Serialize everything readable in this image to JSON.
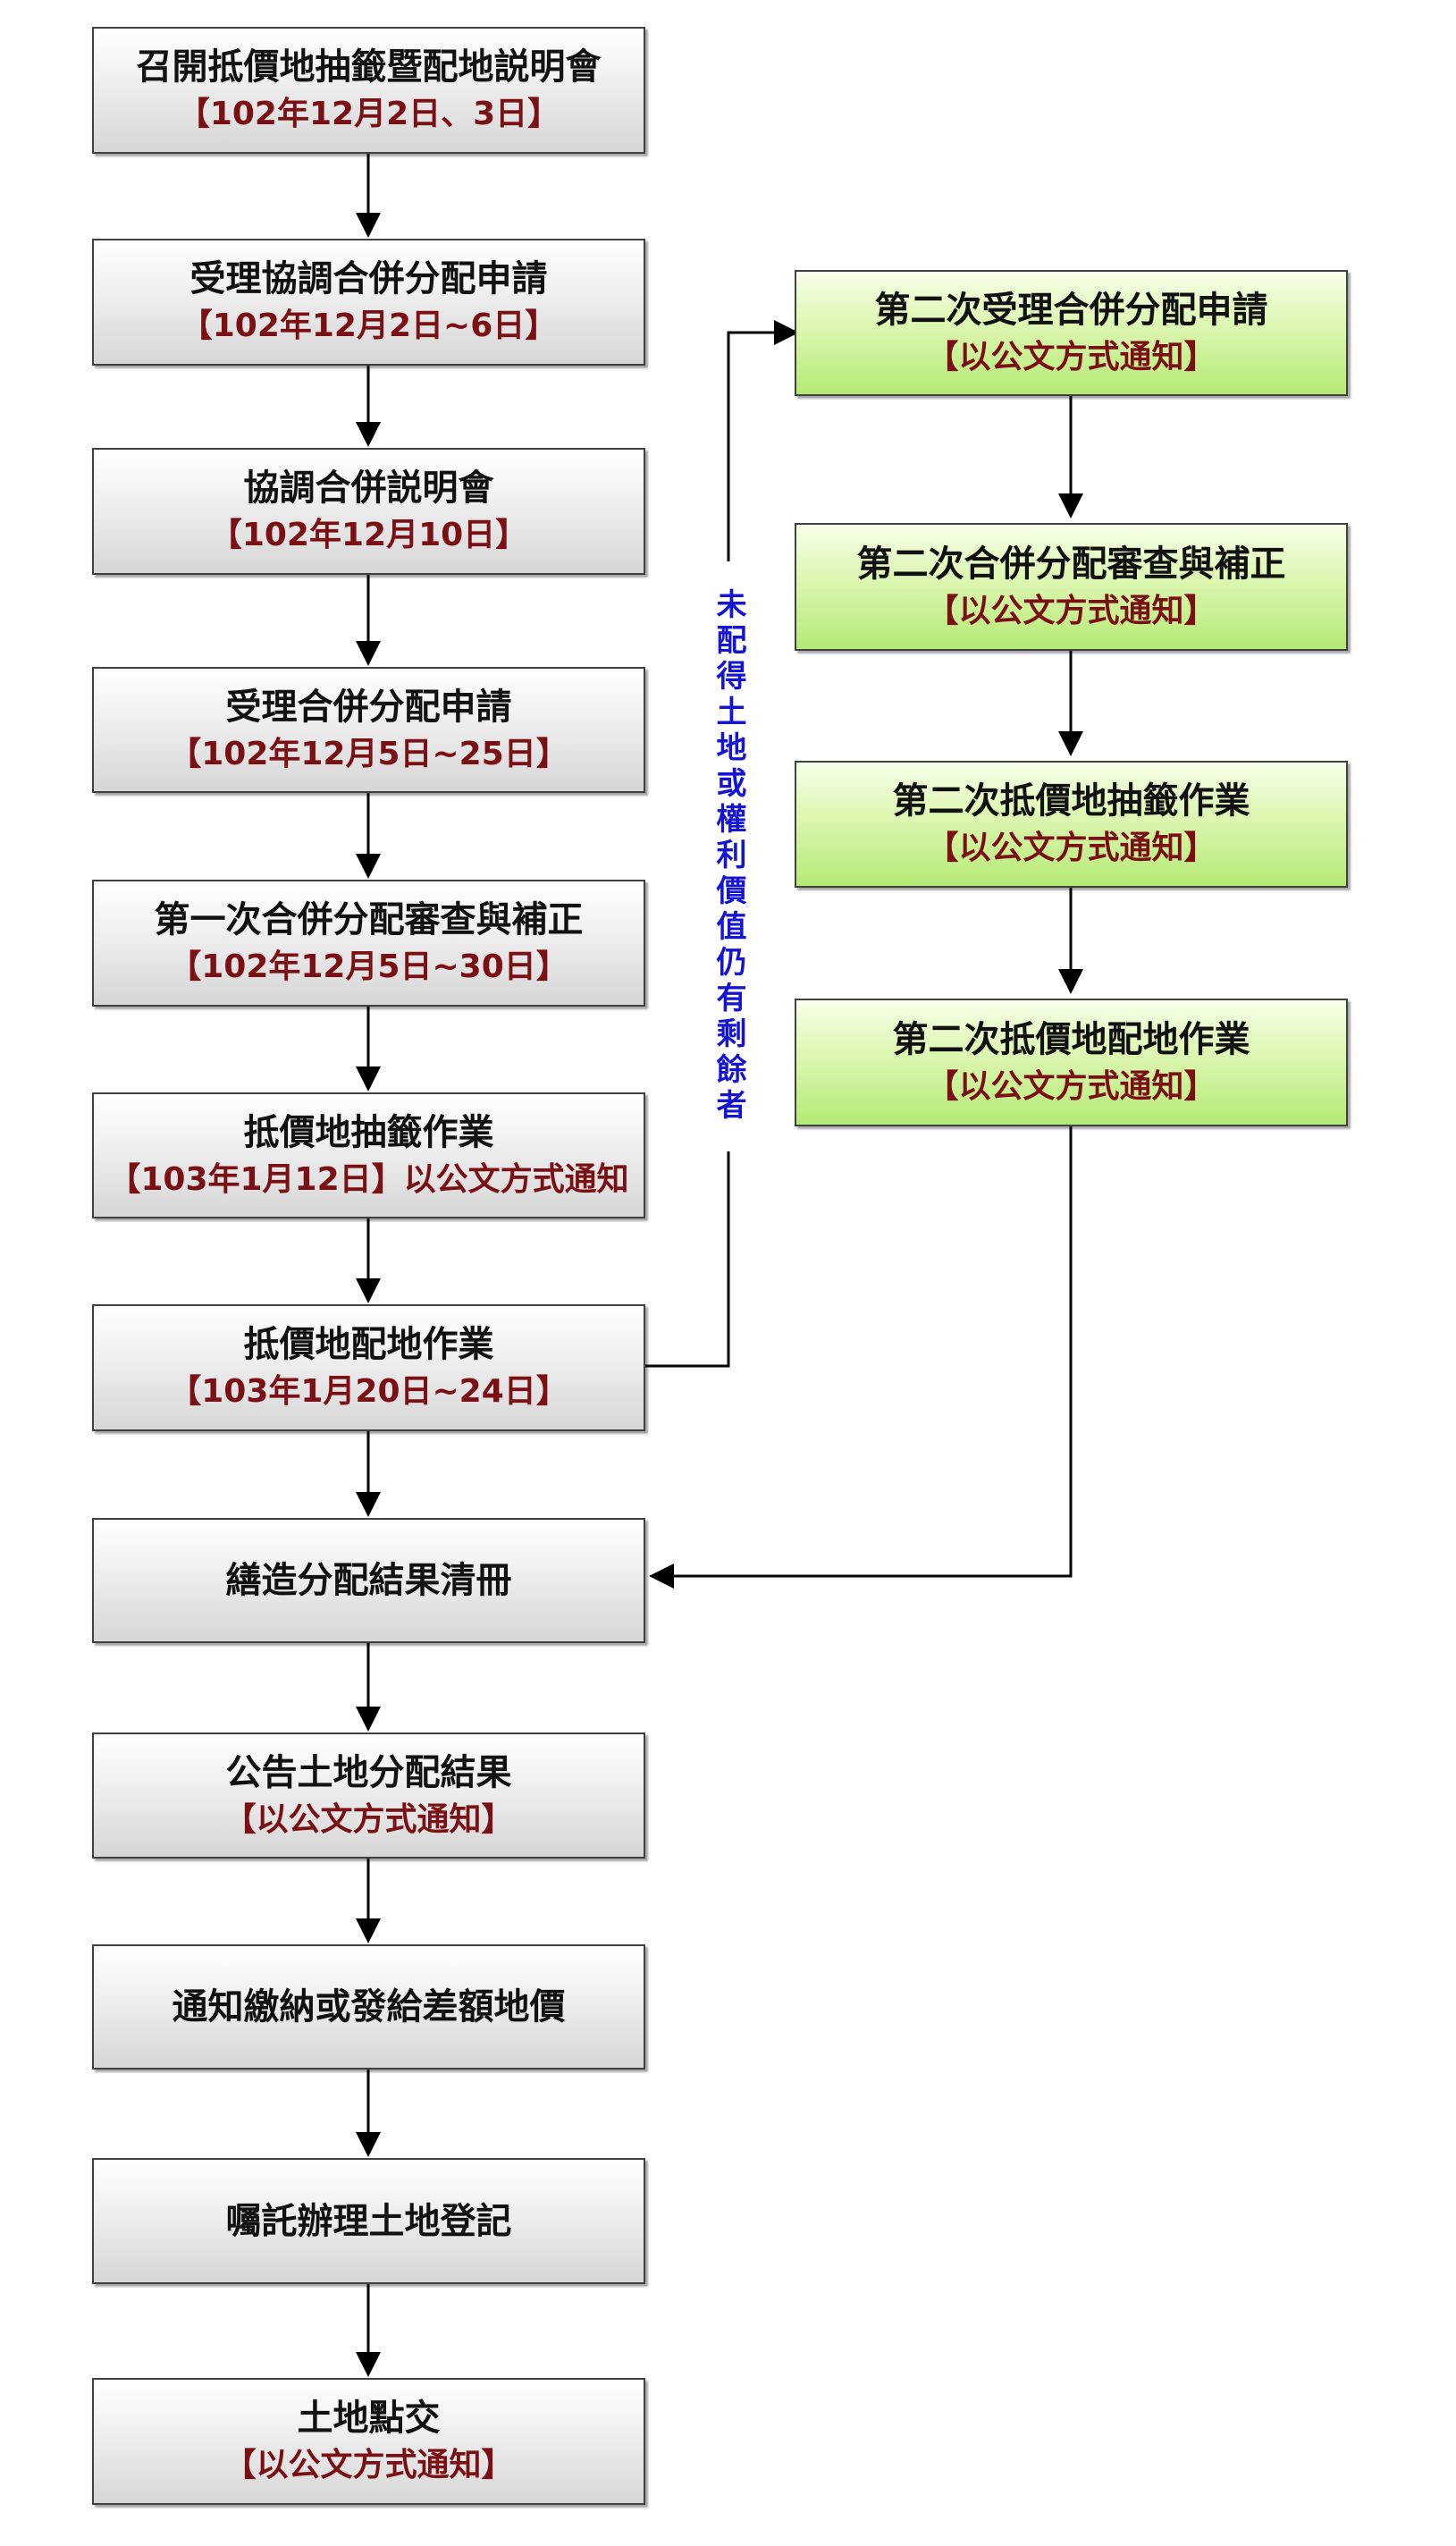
{
  "left_column": [
    {
      "title": "召開抵價地抽籤暨配地説明會",
      "sub": "【102年12月2日、3日】"
    },
    {
      "title": "受理協調合併分配申請",
      "sub": "【102年12月2日~6日】"
    },
    {
      "title": "協調合併説明會",
      "sub": "【102年12月10日】"
    },
    {
      "title": "受理合併分配申請",
      "sub": "【102年12月5日~25日】"
    },
    {
      "title": "第一次合併分配審查與補正",
      "sub": "【102年12月5日~30日】"
    },
    {
      "title": "抵價地抽籤作業",
      "sub": "【103年1月12日】以公文方式通知"
    },
    {
      "title": "抵價地配地作業",
      "sub": "【103年1月20日~24日】"
    },
    {
      "title": "繕造分配結果清冊",
      "sub": ""
    },
    {
      "title": "公告土地分配結果",
      "sub": "【以公文方式通知】"
    },
    {
      "title": "通知繳納或發給差額地價",
      "sub": ""
    },
    {
      "title": "囑託辦理土地登記",
      "sub": ""
    },
    {
      "title": "土地點交",
      "sub": "【以公文方式通知】"
    }
  ],
  "right_column": [
    {
      "title": "第二次受理合併分配申請",
      "sub": "【以公文方式通知】"
    },
    {
      "title": "第二次合併分配審查與補正",
      "sub": "【以公文方式通知】"
    },
    {
      "title": "第二次抵價地抽籤作業",
      "sub": "【以公文方式通知】"
    },
    {
      "title": "第二次抵價地配地作業",
      "sub": "【以公文方式通知】"
    }
  ],
  "branch_label": "未配得土地或權利價值仍有剩餘者",
  "colors": {
    "box_border": "#404040",
    "left_fill": "#d6d6d6",
    "right_fill": "#b5ea75",
    "date_text": "#7a0f14",
    "branch_text": "#1414d2",
    "connector": "#000000"
  }
}
